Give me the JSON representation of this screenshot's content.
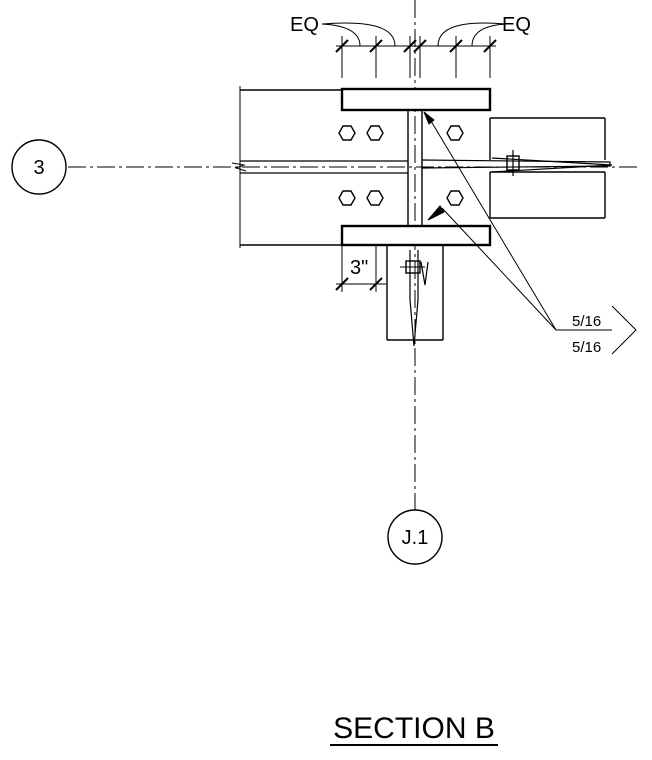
{
  "drawing": {
    "grid_left_label": "3",
    "grid_bottom_label": "J.1",
    "dim_eq_left": "EQ",
    "dim_eq_right": "EQ",
    "dim_3in": "3\"",
    "weld_top": "5/16",
    "weld_bottom": "5/16",
    "title": "SECTION B"
  },
  "colors": {
    "line": "#000000",
    "background": "#ffffff"
  }
}
